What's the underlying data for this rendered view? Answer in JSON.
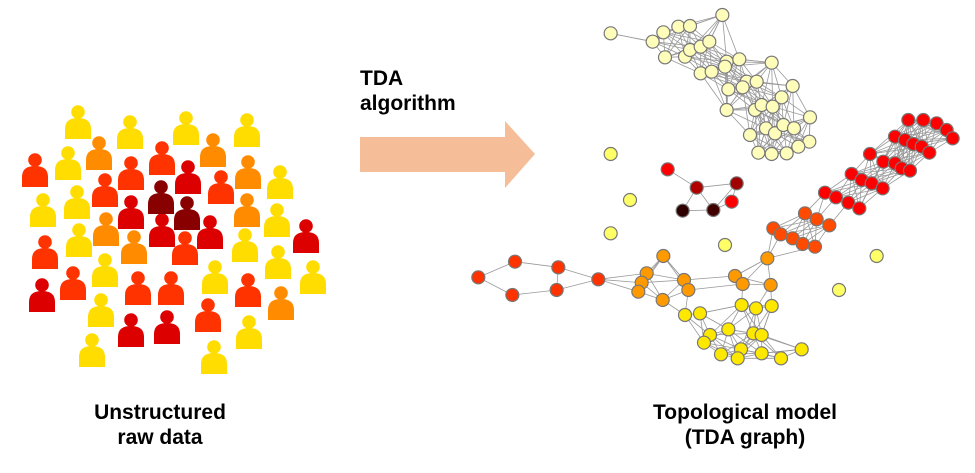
{
  "left_label": {
    "line1": "Unstructured",
    "line2": "raw data"
  },
  "arrow_label": {
    "line1": "TDA",
    "line2": "algorithm"
  },
  "right_label": {
    "line1": "Topological model",
    "line2": "(TDA graph)"
  },
  "colors": {
    "arrow": "#F5BE98",
    "yellow": "#FFDD00",
    "orange": "#FF8C00",
    "red_orange": "#FF3300",
    "red": "#DD0000",
    "maroon": "#880000",
    "edge": "#999999",
    "node_stroke": "#777777"
  }
}
